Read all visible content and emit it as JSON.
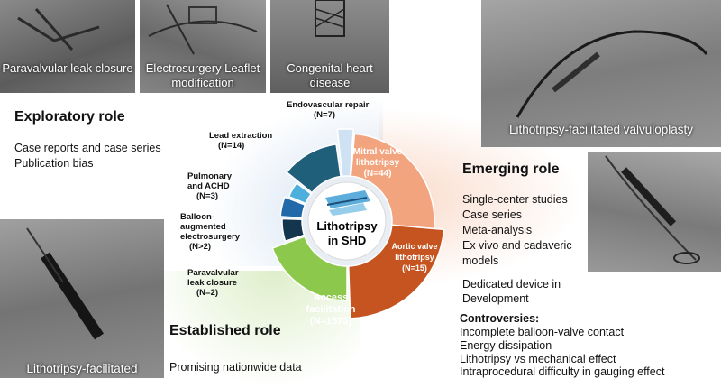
{
  "photos": {
    "paravalvular": "Paravalvular leak closure",
    "electrosurgery": "Electrosurgery Leaflet modification",
    "congenital": "Congenital heart disease",
    "valvuloplasty": "Lithotripsy-facilitated valvuloplasty",
    "bottom_left": "Lithotripsy-facilitated"
  },
  "center": {
    "line1": "Lithotripsy",
    "line2": "in SHD"
  },
  "segments": {
    "endovascular": {
      "name": "Endovascular repair",
      "n": "(N=7)"
    },
    "lead": {
      "name": "Lead extraction",
      "n": "(N=14)"
    },
    "pulmonary": {
      "line1": "Pulmonary",
      "line2": "and ACHD",
      "n": "(N=3)"
    },
    "balloon": {
      "line1": "Balloon-",
      "line2": "augmented",
      "line3": "electrosurgery",
      "n": "(N>2)"
    },
    "paravalvular": {
      "line1": "Paravalvular",
      "line2": "leak closure",
      "n": "(N=2)"
    },
    "mitral": {
      "line1": "Mitral valve",
      "line2": "lithotripsy",
      "n": "(N=44)"
    },
    "aortic": {
      "line1": "Aortic valve",
      "line2": "lithotripsy",
      "n": "(N=15)"
    },
    "access": {
      "line1": "Access",
      "line2": "facilitation",
      "n": "(N=1573)"
    }
  },
  "exploratory": {
    "title": "Exploratory role",
    "items": [
      "Case reports and case series",
      "Publication bias"
    ]
  },
  "emerging": {
    "title": "Emerging role",
    "items": [
      "Single-center studies",
      "Case series",
      "Meta-analysis",
      "Ex vivo and cadaveric",
      "models"
    ],
    "device": [
      "Dedicated device in",
      "Development"
    ]
  },
  "controversies": {
    "title": "Controversies:",
    "items": [
      "Incomplete balloon-valve contact",
      "Energy dissipation",
      "Lithotripsy vs mechanical effect",
      "Intraprocedural difficulty in gauging effect"
    ]
  },
  "established": {
    "title": "Established role",
    "items": [
      "Promising nationwide data"
    ]
  },
  "colors": {
    "endovascular": "#cfe2f3",
    "lead": "#1f5f7a",
    "pulmonary": "#4db0dc",
    "balloon": "#2169a8",
    "paravalvular": "#13364e",
    "mitral": "#f2a47f",
    "aortic": "#c65420",
    "access": "#8cc84b"
  }
}
